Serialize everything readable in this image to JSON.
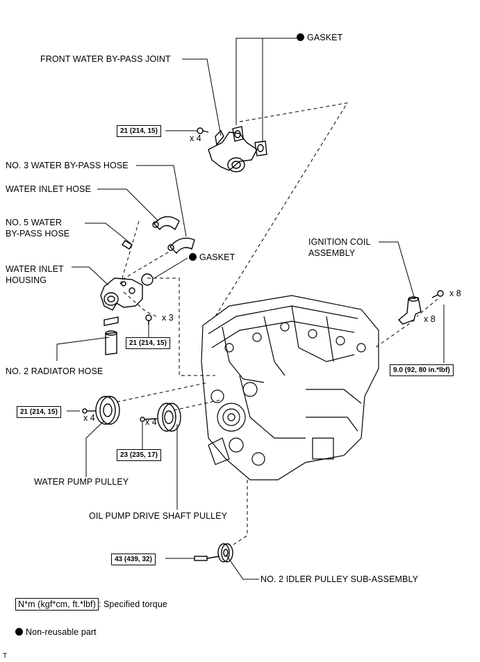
{
  "labels": {
    "gasket_top": "GASKET",
    "front_bypass_joint": "FRONT WATER BY-PASS JOINT",
    "no3_hose": "NO. 3 WATER BY-PASS HOSE",
    "water_inlet_hose": "WATER INLET HOSE",
    "no5_hose_line1": "NO. 5 WATER",
    "no5_hose_line2": "BY-PASS HOSE",
    "gasket_mid": "GASKET",
    "inlet_housing_line1": "WATER INLET",
    "inlet_housing_line2": "HOUSING",
    "no2_radiator_hose": "NO. 2 RADIATOR HOSE",
    "ignition_coil_line1": "IGNITION COIL",
    "ignition_coil_line2": "ASSEMBLY",
    "water_pump_pulley": "WATER PUMP PULLEY",
    "oil_pump_pulley": "OIL PUMP DRIVE SHAFT PULLEY",
    "idler_pulley": "NO. 2 IDLER PULLEY SUB-ASSEMBLY"
  },
  "torques": {
    "bypass_joint": "21 (214, 15)",
    "inlet_housing": "21 (214, 15)",
    "ignition_coil": "9.0 (92, 80 in.*lbf)",
    "water_pump": "21 (214, 15)",
    "oil_pump": "23 (235, 17)",
    "idler": "43 (439, 32)"
  },
  "quantities": {
    "bypass_joint": "x 4",
    "inlet_housing": "x 3",
    "ignition_coil_bolt": "x 8",
    "ignition_coil": "x 8",
    "water_pump": "x 4",
    "oil_pump": "x 4"
  },
  "legend": {
    "torque_unit": "N*m (kgf*cm, ft.*lbf)",
    "torque_text": ": Specified torque",
    "nonreusable_text": "Non-reusable part"
  },
  "footer_mark": "T"
}
